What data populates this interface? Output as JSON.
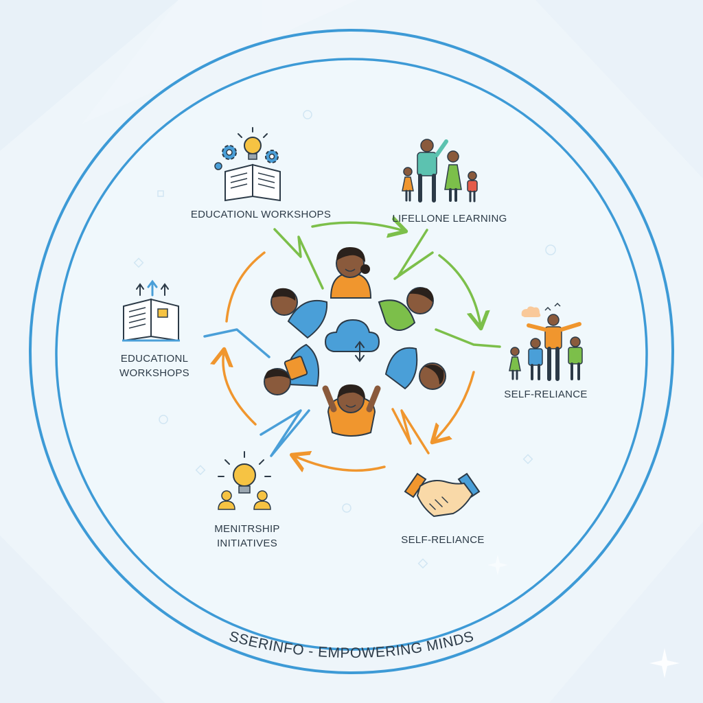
{
  "labels": {
    "top_left": "EDUCATIONL WORKSHOPS",
    "top_right": "LIFELLONE LEARNING",
    "left_line1": "EDUCATIONL",
    "left_line2": "WORKSHOPS",
    "right": "SELF-RELIANCE",
    "bottom_left_line1": "MENITRSHIP",
    "bottom_left_line2": "INITIATIVES",
    "bottom_right": "SELF-RELIANCE"
  },
  "footer": {
    "text": "SSERINFO - EMPOWERING MINDS"
  },
  "colors": {
    "ring": "#3d9ad6",
    "green": "#7cbf4a",
    "orange": "#f0962e",
    "blue": "#4a9fd8",
    "skin": "#8a5a3c",
    "hair": "#2a211c",
    "ink": "#2c3a47",
    "bulb": "#f6c343"
  },
  "icons": [
    "book-gears-bulb-icon",
    "family-icon",
    "book-arrows-icon",
    "group-cheering-icon",
    "bulb-people-icon",
    "handshake-icon",
    "cloud-sync-icon"
  ]
}
